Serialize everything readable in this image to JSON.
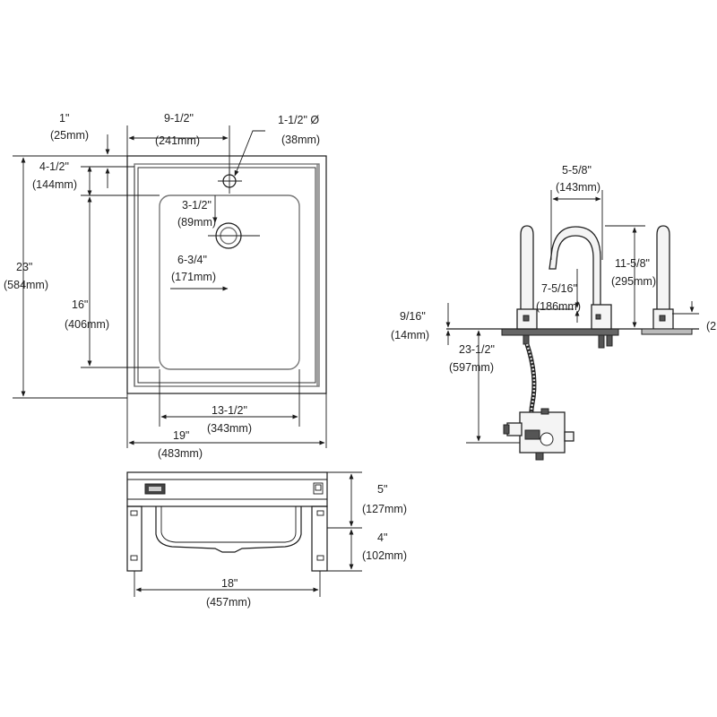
{
  "plan_view": {
    "dim_1": {
      "a": "1\"",
      "b": "(25mm)"
    },
    "dim_9_1_2": {
      "a": "9-1/2\"",
      "b": "(241mm)"
    },
    "dim_1_1_2": {
      "a": "1-1/2\" Ø",
      "b": "(38mm)"
    },
    "dim_4_1_2": {
      "a": "4-1/2\"",
      "b": "(144mm)"
    },
    "dim_3_1_2": {
      "a": "3-1/2\"",
      "b": "(89mm)"
    },
    "dim_23": {
      "a": "23\"",
      "b": "(584mm)"
    },
    "dim_6_3_4": {
      "a": "6-3/4\"",
      "b": "(171mm)"
    },
    "dim_16": {
      "a": "16\"",
      "b": "(406mm)"
    },
    "dim_13_1_2": {
      "a": "13-1/2\"",
      "b": "(343mm)"
    },
    "dim_19": {
      "a": "19\"",
      "b": "(483mm)"
    }
  },
  "front_view": {
    "dim_5": {
      "a": "5\"",
      "b": "(127mm)"
    },
    "dim_4": {
      "a": "4\"",
      "b": "(102mm)"
    },
    "dim_18": {
      "a": "18\"",
      "b": "(457mm)"
    }
  },
  "faucet_view": {
    "dim_5_5_8": {
      "a": "5-5/8\"",
      "b": "(143mm)"
    },
    "dim_11_5_8": {
      "a": "11-5/8\"",
      "b": "(295mm)"
    },
    "dim_7_5_16": {
      "a": "7-5/16\"",
      "b": "(186mm)"
    },
    "dim_9_16": {
      "a": "9/16\"",
      "b": "(14mm)"
    },
    "dim_23_1_2": {
      "a": "23-1/2\"",
      "b": "(597mm)"
    },
    "dim_cut": "(2"
  }
}
